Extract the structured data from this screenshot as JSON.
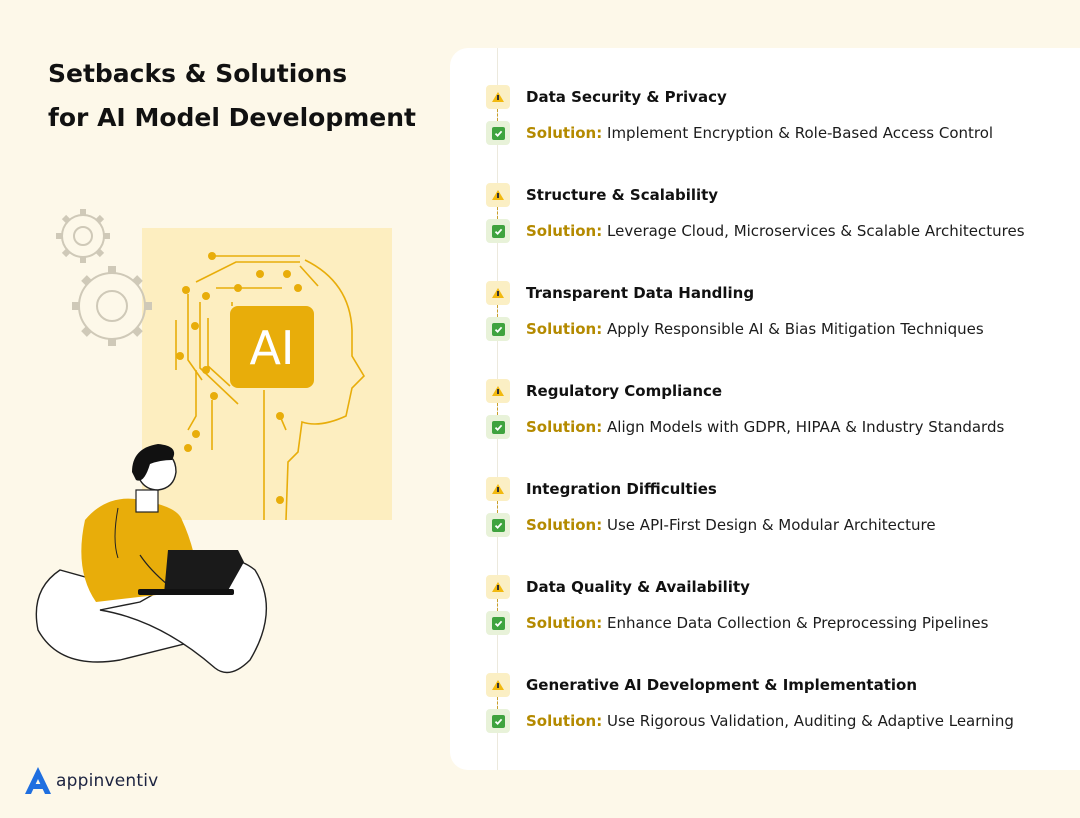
{
  "title": {
    "line1": "Setbacks & Solutions",
    "line2": "for AI Model Development"
  },
  "illustration": {
    "badge_text": "AI"
  },
  "solution_label": "Solution:",
  "items": [
    {
      "problem": "Data Security & Privacy",
      "solution": "Implement Encryption & Role-Based Access Control"
    },
    {
      "problem": "Structure & Scalability",
      "solution": "Leverage Cloud, Microservices & Scalable Architectures"
    },
    {
      "problem": "Transparent Data Handling",
      "solution": "Apply Responsible AI & Bias Mitigation Techniques"
    },
    {
      "problem": "Regulatory Compliance",
      "solution": "Align Models with GDPR, HIPAA & Industry Standards"
    },
    {
      "problem": "Integration Difficulties",
      "solution": "Use API-First Design & Modular Architecture"
    },
    {
      "problem": "Data Quality & Availability",
      "solution": "Enhance Data Collection & Preprocessing Pipelines"
    },
    {
      "problem": "Generative AI Development & Implementation",
      "solution": "Use Rigorous Validation, Auditing & Adaptive Learning"
    }
  ],
  "icons": {
    "problem": "warning-icon",
    "solution": "check-icon"
  },
  "logo": {
    "text": "appinventiv"
  },
  "colors": {
    "accent": "#e8ad0a",
    "solution_label": "#b48a00",
    "background": "#fdf8e9"
  }
}
